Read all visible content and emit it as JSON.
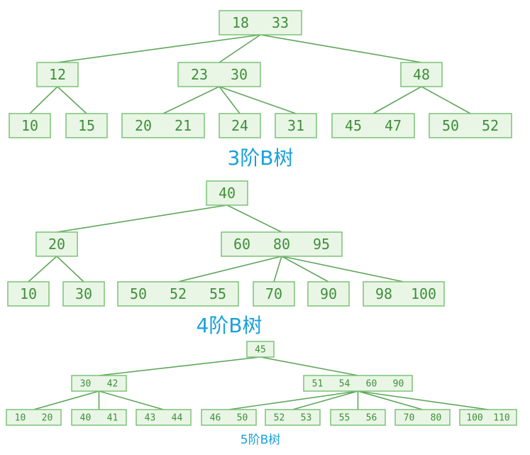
{
  "colors": {
    "node_fill": "#e9f6e6",
    "node_border": "#7cc277",
    "node_text": "#3f8f3a",
    "edge": "#5ea65a",
    "caption": "#1aa0dc"
  },
  "trees": [
    {
      "caption": "3阶B树",
      "nodes": [
        {
          "id": "t3-root",
          "keys": [
            "18",
            "33"
          ]
        },
        {
          "id": "t3-a",
          "keys": [
            "12"
          ]
        },
        {
          "id": "t3-b",
          "keys": [
            "23",
            "30"
          ]
        },
        {
          "id": "t3-c",
          "keys": [
            "48"
          ]
        },
        {
          "id": "t3-l1",
          "keys": [
            "10"
          ]
        },
        {
          "id": "t3-l2",
          "keys": [
            "15"
          ]
        },
        {
          "id": "t3-l3",
          "keys": [
            "20",
            "21"
          ]
        },
        {
          "id": "t3-l4",
          "keys": [
            "24"
          ]
        },
        {
          "id": "t3-l5",
          "keys": [
            "31"
          ]
        },
        {
          "id": "t3-l6",
          "keys": [
            "45",
            "47"
          ]
        },
        {
          "id": "t3-l7",
          "keys": [
            "50",
            "52"
          ]
        }
      ],
      "edges": [
        [
          "t3-root",
          "t3-a"
        ],
        [
          "t3-root",
          "t3-b"
        ],
        [
          "t3-root",
          "t3-c"
        ],
        [
          "t3-a",
          "t3-l1"
        ],
        [
          "t3-a",
          "t3-l2"
        ],
        [
          "t3-b",
          "t3-l3"
        ],
        [
          "t3-b",
          "t3-l4"
        ],
        [
          "t3-b",
          "t3-l5"
        ],
        [
          "t3-c",
          "t3-l6"
        ],
        [
          "t3-c",
          "t3-l7"
        ]
      ]
    },
    {
      "caption": "4阶B树",
      "nodes": [
        {
          "id": "t4-root",
          "keys": [
            "40"
          ]
        },
        {
          "id": "t4-a",
          "keys": [
            "20"
          ]
        },
        {
          "id": "t4-b",
          "keys": [
            "60",
            "80",
            "95"
          ]
        },
        {
          "id": "t4-l1",
          "keys": [
            "10"
          ]
        },
        {
          "id": "t4-l2",
          "keys": [
            "30"
          ]
        },
        {
          "id": "t4-l3",
          "keys": [
            "50",
            "52",
            "55"
          ]
        },
        {
          "id": "t4-l4",
          "keys": [
            "70"
          ]
        },
        {
          "id": "t4-l5",
          "keys": [
            "90"
          ]
        },
        {
          "id": "t4-l6",
          "keys": [
            "98",
            "100"
          ]
        }
      ],
      "edges": [
        [
          "t4-root",
          "t4-a"
        ],
        [
          "t4-root",
          "t4-b"
        ],
        [
          "t4-a",
          "t4-l1"
        ],
        [
          "t4-a",
          "t4-l2"
        ],
        [
          "t4-b",
          "t4-l3"
        ],
        [
          "t4-b",
          "t4-l4"
        ],
        [
          "t4-b",
          "t4-l5"
        ],
        [
          "t4-b",
          "t4-l6"
        ]
      ]
    },
    {
      "caption": "5阶B树",
      "nodes": [
        {
          "id": "t5-root",
          "keys": [
            "45"
          ]
        },
        {
          "id": "t5-a",
          "keys": [
            "30",
            "42"
          ]
        },
        {
          "id": "t5-b",
          "keys": [
            "51",
            "54",
            "60",
            "90"
          ]
        },
        {
          "id": "t5-l1",
          "keys": [
            "10",
            "20"
          ]
        },
        {
          "id": "t5-l2",
          "keys": [
            "40",
            "41"
          ]
        },
        {
          "id": "t5-l3",
          "keys": [
            "43",
            "44"
          ]
        },
        {
          "id": "t5-l4",
          "keys": [
            "46",
            "50"
          ]
        },
        {
          "id": "t5-l5",
          "keys": [
            "52",
            "53"
          ]
        },
        {
          "id": "t5-l6",
          "keys": [
            "55",
            "56"
          ]
        },
        {
          "id": "t5-l7",
          "keys": [
            "70",
            "80"
          ]
        },
        {
          "id": "t5-l8",
          "keys": [
            "100",
            "110"
          ]
        }
      ],
      "edges": [
        [
          "t5-root",
          "t5-a"
        ],
        [
          "t5-root",
          "t5-b"
        ],
        [
          "t5-a",
          "t5-l1"
        ],
        [
          "t5-a",
          "t5-l2"
        ],
        [
          "t5-a",
          "t5-l3"
        ],
        [
          "t5-b",
          "t5-l4"
        ],
        [
          "t5-b",
          "t5-l5"
        ],
        [
          "t5-b",
          "t5-l6"
        ],
        [
          "t5-b",
          "t5-l7"
        ],
        [
          "t5-b",
          "t5-l8"
        ]
      ]
    }
  ]
}
